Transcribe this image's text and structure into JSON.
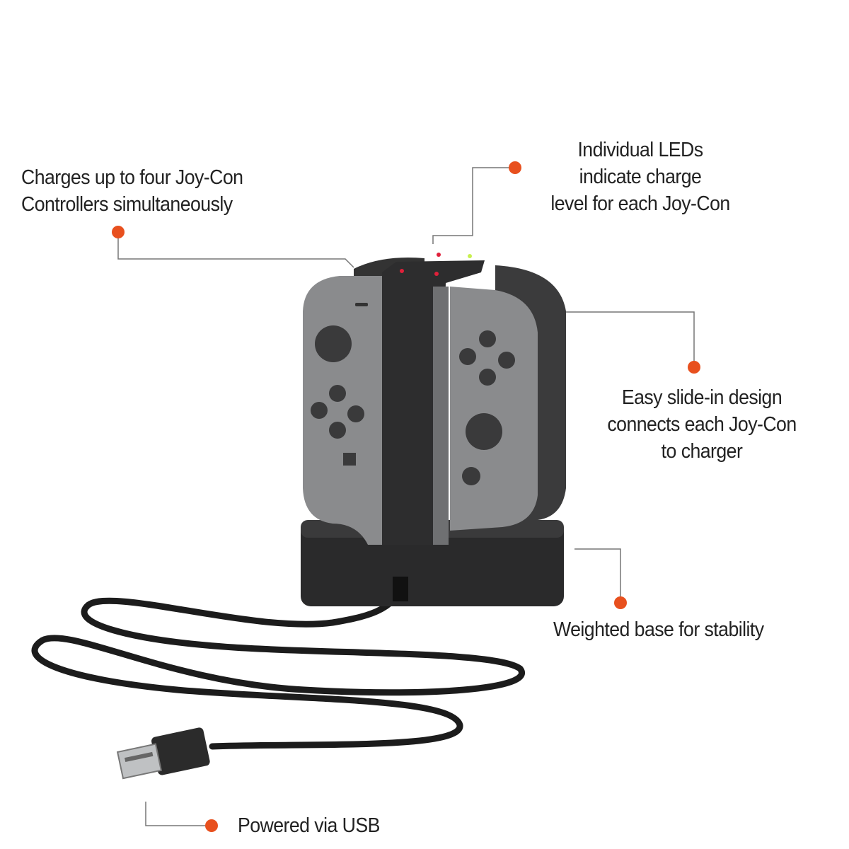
{
  "callouts": {
    "charges": {
      "line1": "Charges up to four Joy-Con",
      "line2": "Controllers simultaneously"
    },
    "leds": {
      "line1": "Individual LEDs",
      "line2": "indicate charge",
      "line3": "level for each Joy-Con"
    },
    "slide": {
      "line1": "Easy slide-in design",
      "line2": "connects each Joy-Con",
      "line3": "to charger"
    },
    "base": {
      "line1": "Weighted base for stability"
    },
    "usb": {
      "line1": "Powered via USB"
    }
  },
  "colors": {
    "accent_dot": "#e8501e",
    "leader_line": "#777777",
    "joycon_gray": "#8a8b8d",
    "dock_black": "#2a2a2b",
    "led_red": "#e0203a",
    "led_green": "#c8f050"
  }
}
